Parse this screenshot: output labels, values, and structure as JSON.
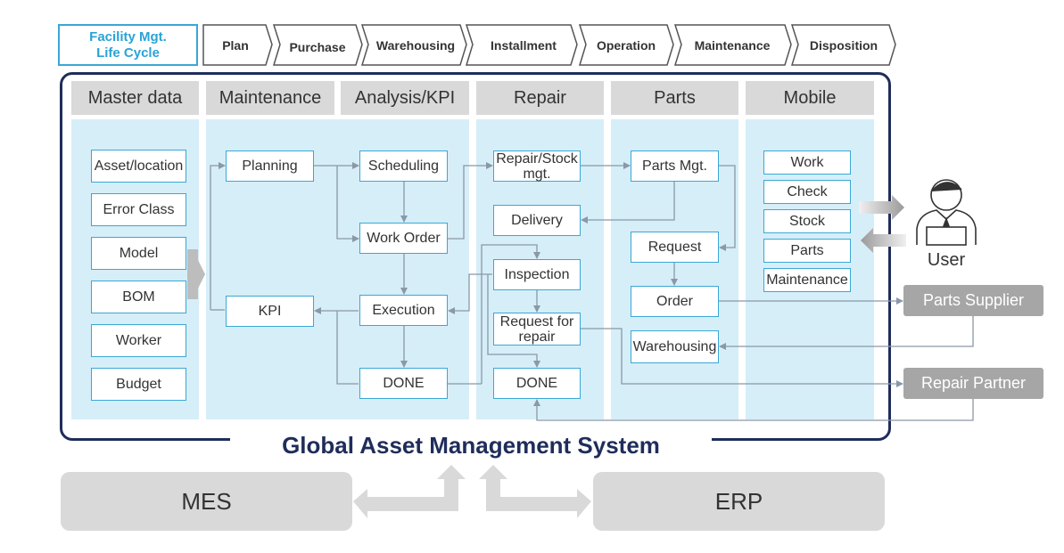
{
  "lifecycle": {
    "title": "Facility Mgt.\nLife Cycle",
    "stages": [
      "Plan",
      "Purchase",
      "Warehousing",
      "Installment",
      "Operation",
      "Maintenance",
      "Disposition"
    ]
  },
  "system_title": "Global Asset Management System",
  "columns": {
    "master": "Master data",
    "maintenance": "Maintenance",
    "analysis": "Analysis/KPI",
    "repair": "Repair",
    "parts": "Parts",
    "mobile": "Mobile"
  },
  "master_items": [
    "Asset/location",
    "Error  Class",
    "Model",
    "BOM",
    "Worker",
    "Budget"
  ],
  "maintenance_items": {
    "planning": "Planning",
    "kpi": "KPI"
  },
  "analysis_items": {
    "scheduling": "Scheduling",
    "work_order": "Work Order",
    "execution": "Execution",
    "done": "DONE"
  },
  "repair_items": {
    "repair_stock": "Repair/Stock\nmgt.",
    "delivery": "Delivery",
    "inspection": "Inspection",
    "request_repair": "Request for\nrepair",
    "done": "DONE"
  },
  "parts_items": {
    "parts_mgt": "Parts Mgt.",
    "request": "Request",
    "order": "Order",
    "warehousing": "Warehousing"
  },
  "mobile_items": [
    "Work",
    "Check",
    "Stock",
    "Parts",
    "Maintenance"
  ],
  "external": {
    "user": "User",
    "parts_supplier": "Parts Supplier",
    "repair_partner": "Repair Partner"
  },
  "systems": {
    "mes": "MES",
    "erp": "ERP"
  }
}
